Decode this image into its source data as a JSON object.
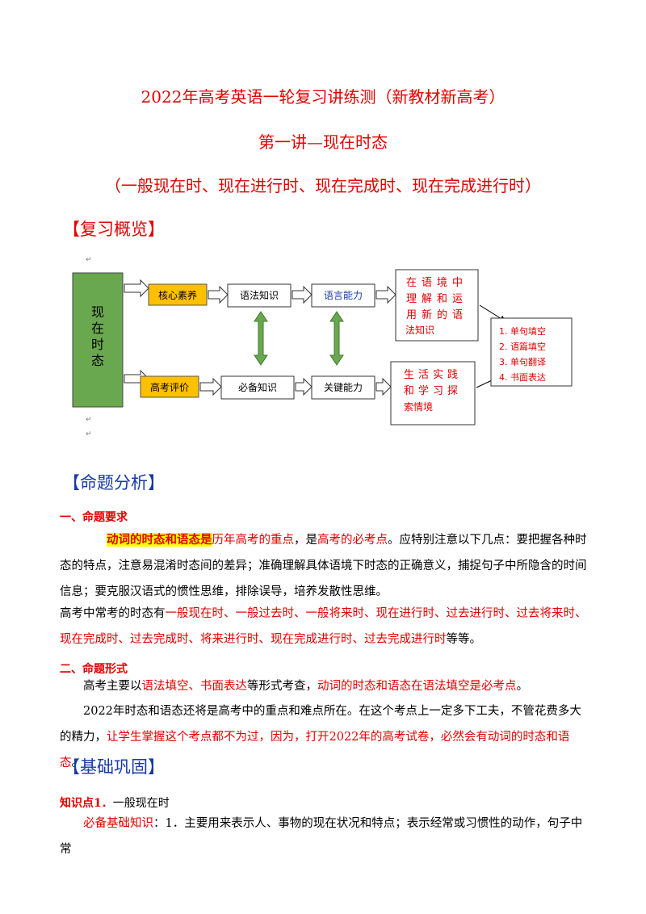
{
  "header": {
    "title": "2022年高考英语一轮复习讲练测（新教材新高考）",
    "lecture": "第一讲—现在时态",
    "tenses": "（一般现在时、现在进行时、现在完成时、现在完成进行时）"
  },
  "overview": {
    "heading": "【复习概览】",
    "diagram": {
      "left_box": [
        "现",
        "在",
        "时",
        "态"
      ],
      "row1": [
        "核心素养",
        "语法知识",
        "语言能力"
      ],
      "row2": [
        "高考评价",
        "必备知识",
        "关键能力"
      ],
      "goal1": [
        "在语境中",
        "理解和运",
        "用新的语",
        "法知识"
      ],
      "goal2": [
        "生活实践",
        "和学习探",
        "索情境"
      ],
      "tasks": [
        "1. 单句填空",
        "2. 语篇填空",
        "3. 单句翻译",
        "4. 书面表达"
      ]
    }
  },
  "analysis": {
    "heading": "【命题分析】",
    "req_title": "一、命题要求",
    "req_p1_hl": "动词的时态和语态是",
    "req_p1_red1": "历年高考的重点",
    "req_p1_t1": "，是",
    "req_p1_red2": "高考的必考点",
    "req_p1_t2": "。应特别注意以下几点：要把握各种时态的特点，注意易混淆时态间的差异；准确理解具体语境下时态的正确意义，捕捉句子中所隐含的时间信息；要克服汉语式的惯性思维，排除误导，培养发散性思维。",
    "req_p2_t1": "高考中常考的时态有",
    "req_p2_red": "一般现在时、一般过去时、一般将来时、现在进行时、过去进行时、过去将来时、现在完成时、过去完成时、将来进行时、现在完成进行时、过去完成进行时",
    "req_p2_t2": "等等。",
    "form_title": "二、命题形式",
    "form_p1_t1": "高考主要以",
    "form_p1_red1": "语法填空、书面表达",
    "form_p1_t2": "等形式考查，",
    "form_p1_red2": "动词的时态和语态在语法填空是必考点",
    "form_p1_t3": "。",
    "form_p2_t1": "2022年时态和语态还将是高考中的重点和难点所在。在这个考点上一定多下工夫，不管花费多大的精力，",
    "form_p2_red": "让学生掌握这个考点都不为过，因为，打开2022年的高考试卷，必然会有动词的时态和语态",
    "form_p2_t2": "。"
  },
  "basics": {
    "heading": "【基础巩固】",
    "kp_label": "知识点1．",
    "kp_name": "一般现在时",
    "kp_text_red": "必备基础知识",
    "kp_text": "：1．主要用来表示人、事物的现在状况和特点；表示经常或习惯性的动作，句子中常"
  },
  "colors": {
    "red": "#e30000",
    "blue_heading": "#1a3aa8",
    "green_box": "#6aa84f",
    "orange_box": "#ffc000",
    "highlight": "#ffff00"
  }
}
